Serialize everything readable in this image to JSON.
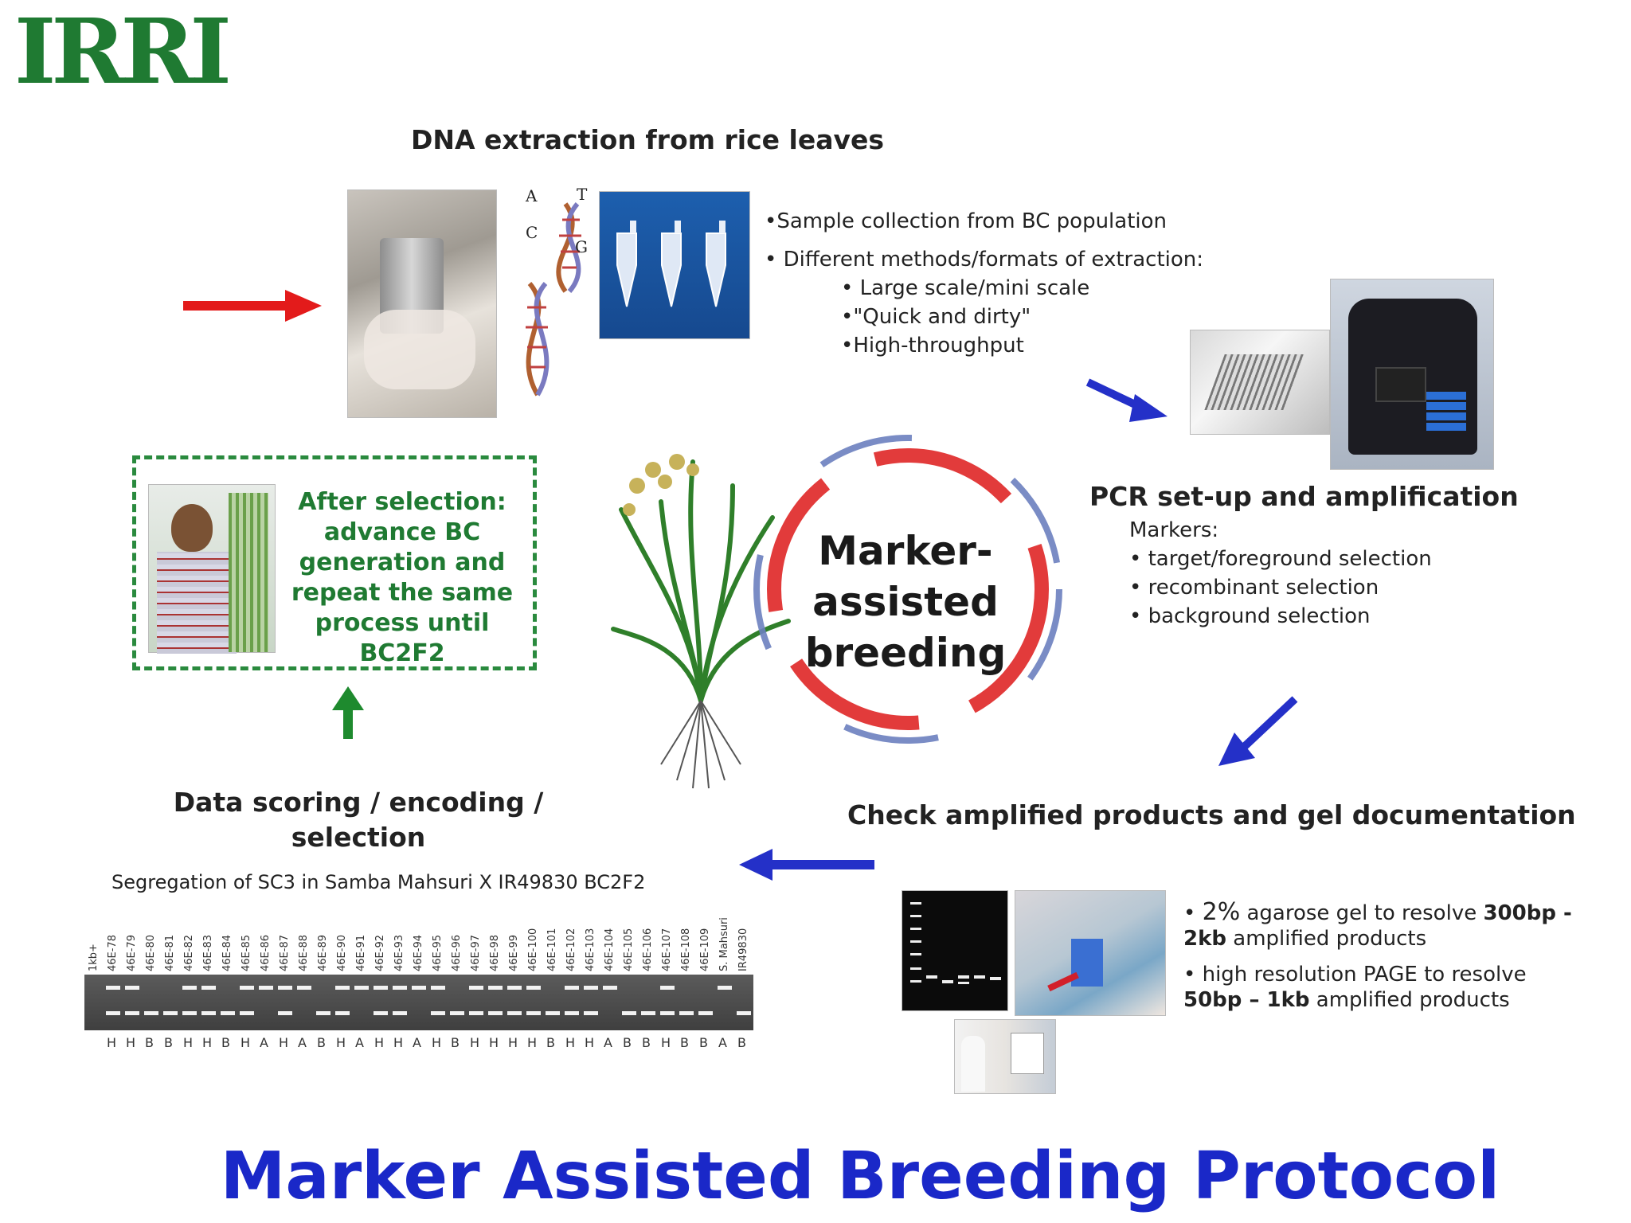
{
  "logo": "IRRI",
  "main_title": "Marker Assisted Breeding Protocol",
  "center_label": [
    "Marker-",
    "assisted",
    "breeding"
  ],
  "dna_section": {
    "title": "DNA extraction from rice leaves",
    "bases": [
      "A",
      "T",
      "C",
      "G"
    ],
    "bullets": [
      "•Sample collection from BC population",
      "• Different methods/formats of extraction:"
    ],
    "sub_bullets": [
      "• Large scale/mini scale",
      "•\"Quick and dirty\"",
      "•High-throughput"
    ]
  },
  "pcr_section": {
    "title": "PCR set-up and amplification",
    "markers_label": "Markers:",
    "markers": [
      "• target/foreground selection",
      "• recombinant selection",
      "• background selection"
    ]
  },
  "gel_section": {
    "title": "Check amplified products and gel documentation",
    "bullet1": {
      "prefix": "• ",
      "pct": "2%",
      "mid": " agarose gel to resolve ",
      "bold1": "300bp -",
      "line2_bold": "2kb",
      "line2": " amplified products"
    },
    "bullet2": {
      "line1": "•  high resolution PAGE to resolve",
      "bold": "50bp – 1kb",
      "line2": " amplified products"
    }
  },
  "selection_section": {
    "text": [
      "After selection:",
      "advance BC",
      "generation and",
      "repeat the same",
      "process until BC2F2"
    ]
  },
  "scoring_section": {
    "title": [
      "Data scoring / encoding /",
      "selection"
    ],
    "segregation": "Segregation of SC3 in Samba Mahsuri X IR49830  BC2F2",
    "lanes": [
      "1kb+",
      "46E-78",
      "46E-79",
      "46E-80",
      "46E-81",
      "46E-82",
      "46E-83",
      "46E-84",
      "46E-85",
      "46E-86",
      "46E-87",
      "46E-88",
      "46E-89",
      "46E-90",
      "46E-91",
      "46E-92",
      "46E-93",
      "46E-94",
      "46E-95",
      "46E-96",
      "46E-97",
      "46E-98",
      "46E-99",
      "46E-100",
      "46E-101",
      "46E-102",
      "46E-103",
      "46E-104",
      "46E-105",
      "46E-106",
      "46E-107",
      "46E-108",
      "46E-109",
      "S. Mahsuri",
      "IR49830"
    ],
    "scores": [
      "H",
      "H",
      "B",
      "B",
      "H",
      "H",
      "B",
      "H",
      "A",
      "H",
      "A",
      "B",
      "H",
      "A",
      "H",
      "H",
      "A",
      "H",
      "B",
      "H",
      "H",
      "H",
      "H",
      "B",
      "H",
      "H",
      "A",
      "B",
      "B",
      "H",
      "B",
      "B",
      "A",
      "B"
    ]
  },
  "colors": {
    "logo": "#1f7a32",
    "title_blue": "#1a28c8",
    "selection_green": "#1f7a32",
    "arrow_red": "#e31b1b",
    "arrow_blue": "#2430c8",
    "arrow_green": "#1e8a2e"
  }
}
